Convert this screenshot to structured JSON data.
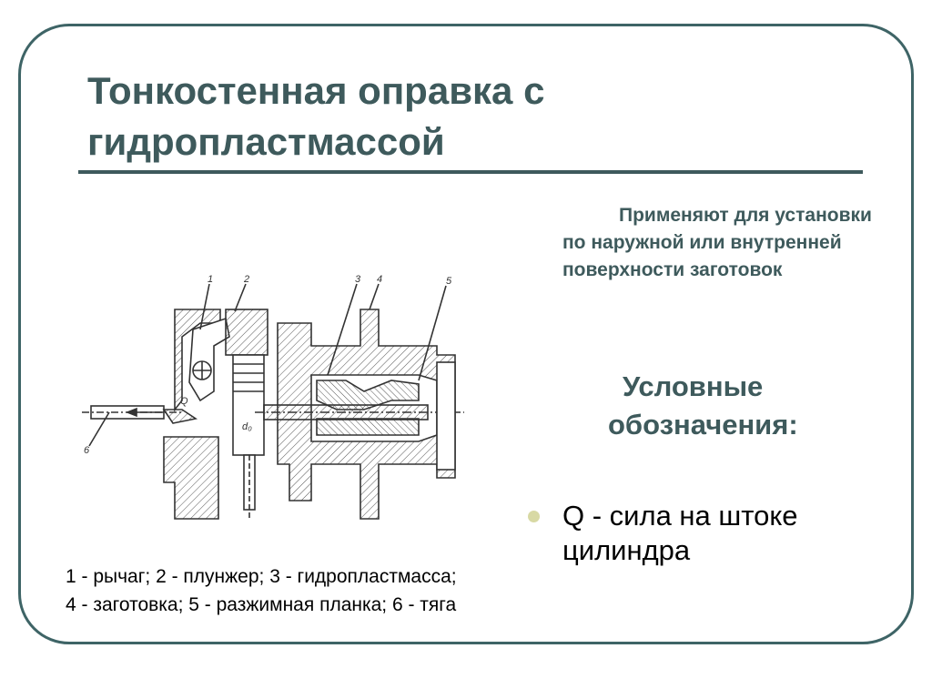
{
  "slide": {
    "title": "Тонкостенная оправка с гидропластмассой",
    "application_text": "Применяют для установки по наружной или внутренней поверхности заготовок",
    "legend_heading_line1": "Условные",
    "legend_heading_line2": "обозначения:",
    "bullet_item": "Q - сила на штоке цилиндра",
    "caption_line1": "1 - рычаг; 2 - плунжер; 3 - гидропластмасса;",
    "caption_line2": "4 - заготовка; 5 - разжимная планка; 6 - тяга"
  },
  "diagram": {
    "labels": {
      "n1": "1",
      "n2": "2",
      "n3": "3",
      "n4": "4",
      "n5": "5",
      "n6": "6",
      "q": "Q",
      "d0": "d₀"
    }
  },
  "colors": {
    "frame": "#3e6466",
    "title": "#3e5a5c",
    "bullet": "#d8d9a4"
  }
}
